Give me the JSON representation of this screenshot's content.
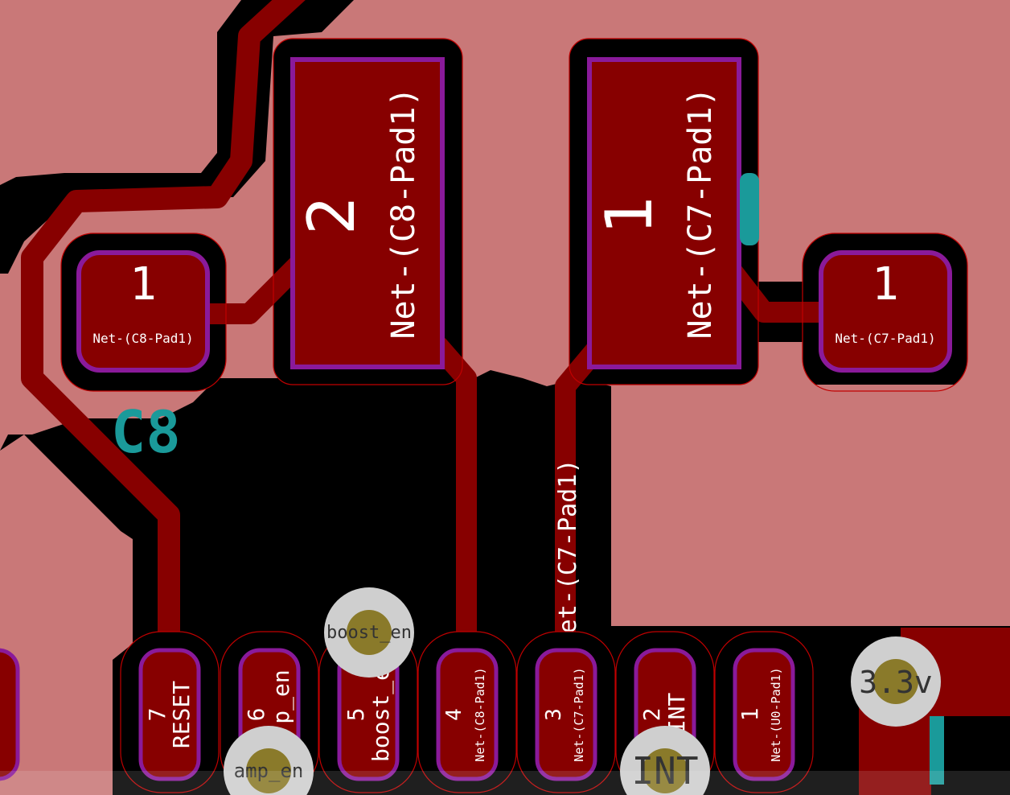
{
  "colors": {
    "copper_fill": "#c97878",
    "background": "#000000",
    "track": "#870000",
    "pad": "#870000",
    "pad_outline": "#8a1a9a",
    "clearance_outline": "#c00000",
    "silk_ref": "#1a9a9a",
    "via_ring": "#cfcfcf",
    "via_hole": "#8a7a2a",
    "text": "#ffffff"
  },
  "icons": {
    "via": "via-circle-icon"
  },
  "pads": {
    "c8_big": {
      "num": "2",
      "net": "Net-(C8-Pad1)"
    },
    "c7_big": {
      "num": "1",
      "net": "Net-(C7-Pad1)"
    },
    "c8_small": {
      "num": "1",
      "net": "Net-(C8-Pad1)"
    },
    "c7_small": {
      "num": "1",
      "net": "Net-(C7-Pad1)"
    }
  },
  "refs": {
    "c8": "C8"
  },
  "track_labels": {
    "c7_vertical": "Net-(C7-Pad1)"
  },
  "connector": {
    "pins": [
      {
        "num": "7",
        "net": "RESET"
      },
      {
        "num": "6",
        "net": "p_en"
      },
      {
        "num": "5",
        "net": "boost_e"
      },
      {
        "num": "4",
        "net": "Net-(C8-Pad1)"
      },
      {
        "num": "3",
        "net": "Net-(C7-Pad1)"
      },
      {
        "num": "2",
        "net": "INT"
      },
      {
        "num": "1",
        "net": "Net-(U0-Pad1)"
      }
    ]
  },
  "vias": {
    "boost_en": "boost_en",
    "amp_en": "amp_en",
    "int": "INT",
    "v33": "3.3v"
  }
}
